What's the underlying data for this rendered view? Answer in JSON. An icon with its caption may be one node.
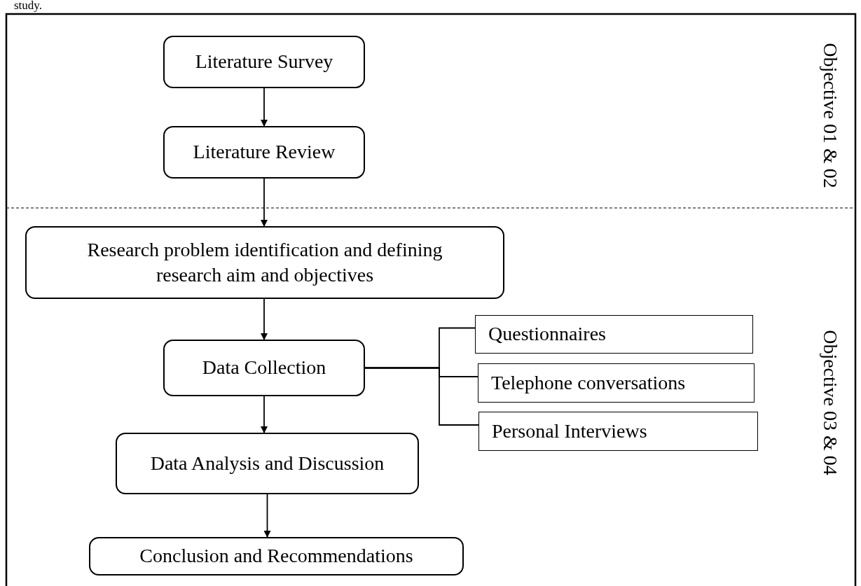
{
  "diagram": {
    "nodes": [
      {
        "text": [
          "Literature Survey"
        ]
      },
      {
        "text": [
          "Literature Review"
        ]
      },
      {
        "text": [
          "Research problem identification and defining research aim and objectives"
        ]
      },
      {
        "text": [
          "Data Collection"
        ]
      },
      {
        "text": [
          "Questionnaires"
        ]
      },
      {
        "text": [
          "Telephone conversations"
        ]
      },
      {
        "text": [
          "Personal Interviews"
        ]
      },
      {
        "text": [
          "Data Analysis and Discussion"
        ]
      },
      {
        "text": [
          "Conclusion and Recommendations"
        ]
      }
    ],
    "edges": [
      {
        "from": 0,
        "to": 1,
        "arrow": "to"
      },
      {
        "from": 1,
        "to": 2,
        "arrow": "to"
      },
      {
        "from": 2,
        "to": 3,
        "arrow": "to"
      },
      {
        "from": 3,
        "to": 4,
        "arrow": "none"
      },
      {
        "from": 3,
        "to": 5,
        "arrow": "none"
      },
      {
        "from": 3,
        "to": 6,
        "arrow": "none"
      },
      {
        "from": 3,
        "to": 7,
        "arrow": "to"
      },
      {
        "from": 7,
        "to": 8,
        "arrow": "to"
      }
    ],
    "labels": [
      "study.",
      "Objective 01 & 02",
      "Objective 03 & 04"
    ]
  }
}
